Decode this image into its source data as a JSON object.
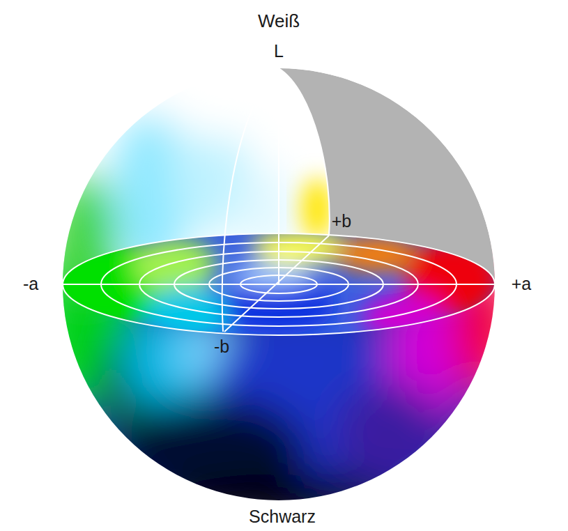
{
  "diagram": {
    "labels": [
      "Weiß",
      "L",
      "+b",
      "-a",
      "+a",
      "-b",
      "Schwarz"
    ]
  }
}
